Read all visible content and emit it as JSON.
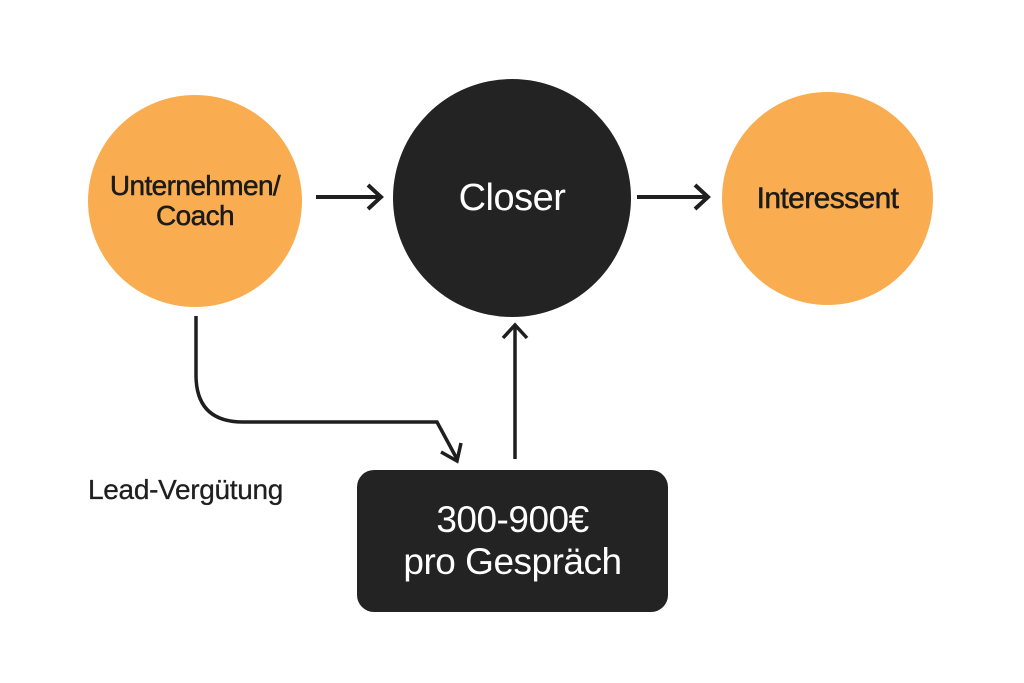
{
  "diagram": {
    "type": "flow",
    "colors": {
      "orange_node": "#f9ad50",
      "dark_node": "#232323",
      "connector": "#1f1f1f",
      "background": "#ffffff"
    },
    "nodes": {
      "unternehmen": {
        "line1": "Unternehmen/",
        "line2": "Coach",
        "style": "orange-circle"
      },
      "closer": {
        "label": "Closer",
        "style": "dark-circle"
      },
      "interessent": {
        "label": "Interessent",
        "style": "orange-circle"
      },
      "price": {
        "line1": "300-900€",
        "line2": "pro Gespräch",
        "style": "dark-rounded-box"
      }
    },
    "annotations": {
      "lead_label": "Lead-Vergütung"
    },
    "edges": [
      {
        "from": "unternehmen",
        "to": "closer",
        "kind": "arrow"
      },
      {
        "from": "closer",
        "to": "interessent",
        "kind": "arrow"
      },
      {
        "from": "unternehmen",
        "to": "price",
        "kind": "curved-arrow"
      },
      {
        "from": "price",
        "to": "closer",
        "kind": "arrow"
      }
    ]
  }
}
